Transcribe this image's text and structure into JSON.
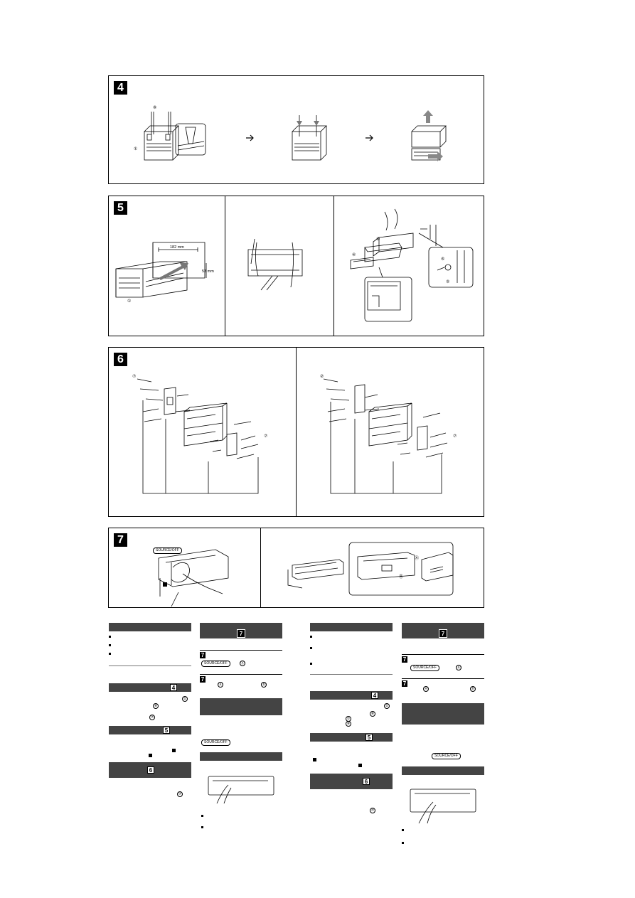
{
  "sections": {
    "s4": {
      "number": "4"
    },
    "s5": {
      "number": "5",
      "dim_width": "182 mm",
      "dim_height": "53 mm"
    },
    "s6": {
      "number": "6"
    },
    "s7": {
      "number": "7",
      "source_off_button": "SOURCE/OFF"
    }
  },
  "callouts": {
    "one": "①",
    "two": "②",
    "four": "④",
    "five": "⑤",
    "six": "⑥",
    "seven": "⑦",
    "eight": "⑧",
    "A": "Ⓐ",
    "B": "Ⓑ"
  },
  "columns": {
    "col1": {
      "tag4": "4",
      "tag5": "5",
      "tag6": "6"
    },
    "col2": {
      "tag7a": "7",
      "step7a": "7",
      "step7b": "7",
      "button": "SOURCE/OFF"
    },
    "col3": {
      "tag4": "4",
      "tag5": "5",
      "tag6": "6"
    },
    "col4": {
      "tag7a": "7",
      "step7a": "7",
      "step7b": "7",
      "button": "SOURCE/OFF"
    }
  },
  "colors": {
    "bar": "#444444",
    "ink": "#000000"
  }
}
